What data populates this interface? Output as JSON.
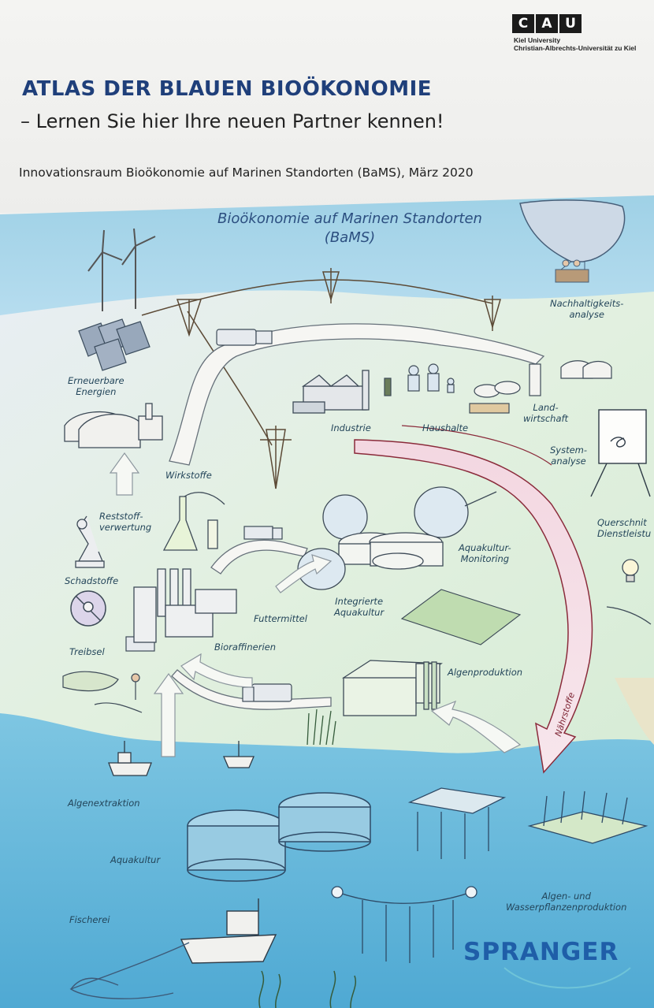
{
  "header": {
    "logo_letters": [
      "C",
      "A",
      "U"
    ],
    "logo_sub_line1": "Kiel University",
    "logo_sub_line2": "Christian-Albrechts-Universität zu Kiel",
    "title": "ATLAS DER BLAUEN BIOÖKONOMIE",
    "subtitle": "– Lernen Sie hier Ihre neuen Partner kennen!",
    "caption": "Innovationsraum Bioökonomie auf Marinen Standorten (BaMS), März 2020"
  },
  "map": {
    "title_line1": "Bioökonomie auf Marinen Standorten",
    "title_line2": "(BaMS)",
    "labels": {
      "nachhaltigkeit_1": "Nachhaltigkeits-",
      "nachhaltigkeit_2": "analyse",
      "erneuerbare_1": "Erneuerbare",
      "erneuerbare_2": "Energien",
      "industrie": "Industrie",
      "haushalte": "Haushalte",
      "landwirtschaft_1": "Land-",
      "landwirtschaft_2": "wirtschaft",
      "systemanalyse_1": "System-",
      "systemanalyse_2": "analyse",
      "wirkstoffe": "Wirkstoffe",
      "reststoff_1": "Reststoff-",
      "reststoff_2": "verwertung",
      "querschnitt_1": "Querschnit",
      "querschnitt_2": "Dienstleistu",
      "aquakultur_monitoring_1": "Aquakultur-",
      "aquakultur_monitoring_2": "Monitoring",
      "schadstoffe": "Schadstoffe",
      "integrierte_1": "Integrierte",
      "integrierte_2": "Aquakultur",
      "futtermittel": "Futtermittel",
      "treibsel": "Treibsel",
      "bioraffinerien": "Bioraffinerien",
      "algenproduktion": "Algenproduktion",
      "naehrstoffe": "Nährstoffe",
      "algenextraktion": "Algenextraktion",
      "aquakultur": "Aquakultur",
      "fischerei": "Fischerei",
      "algen_wasser_1": "Algen- und",
      "algen_wasser_2": "Wasserpflanzenproduktion"
    }
  },
  "brand": "SPRANGER",
  "colors": {
    "title_blue": "#1f3f7a",
    "sea": "#7fc4df",
    "land": "#d9ecd9",
    "arrow_red": "#8a2a3a",
    "brand_blue": "#1f5ea8"
  }
}
